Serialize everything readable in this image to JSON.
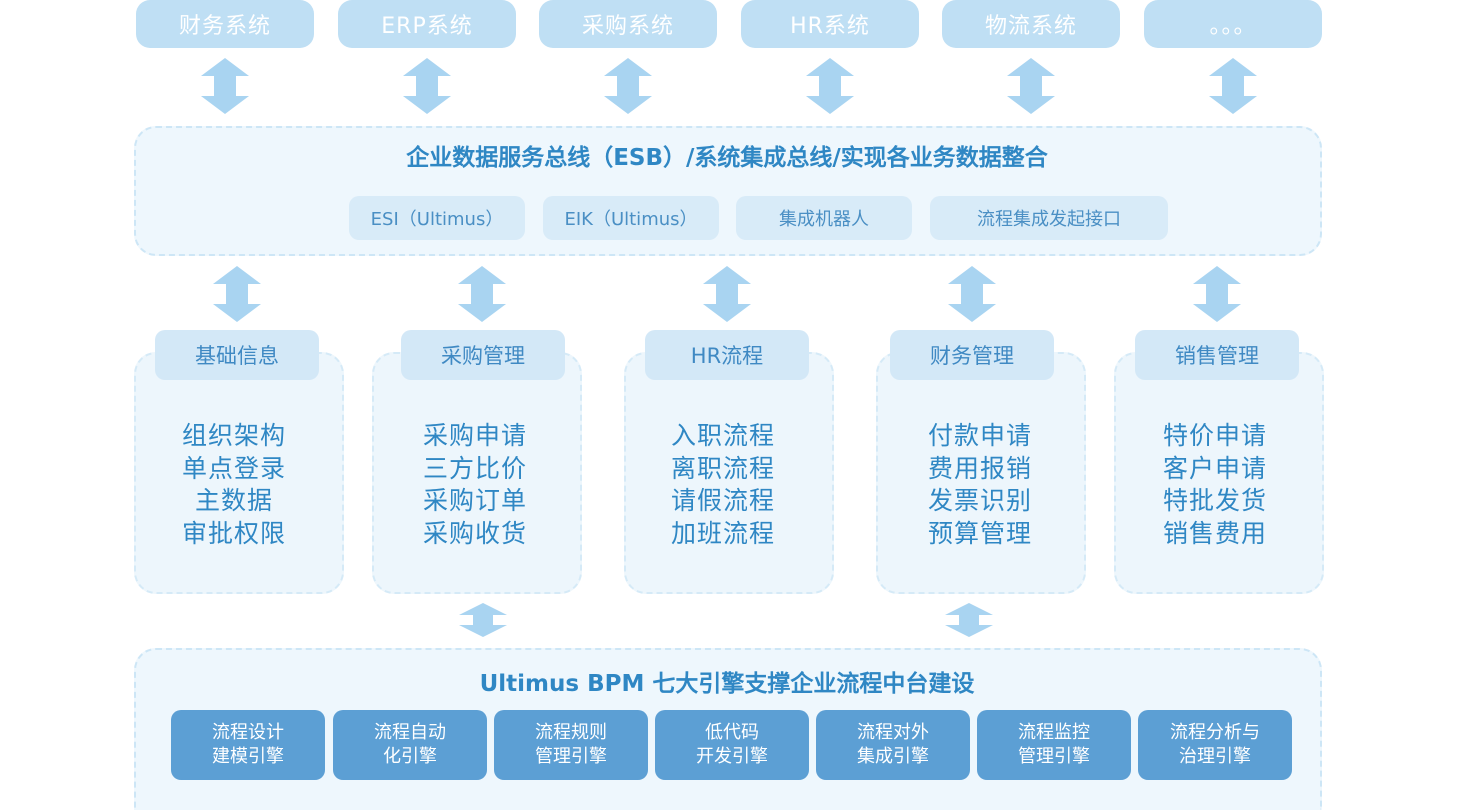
{
  "systems": [
    {
      "label": "财务系统"
    },
    {
      "label": "ERP系统"
    },
    {
      "label": "采购系统"
    },
    {
      "label": "HR系统"
    },
    {
      "label": "物流系统"
    },
    {
      "label": "。。。"
    }
  ],
  "esb": {
    "title": "企业数据服务总线（ESB）/系统集成总线/实现各业务数据整合",
    "items": [
      {
        "label": "ESI（Ultimus）"
      },
      {
        "label": "EIK（Ultimus）"
      },
      {
        "label": "集成机器人"
      },
      {
        "label": "流程集成发起接口"
      }
    ]
  },
  "modules": [
    {
      "title": "基础信息",
      "items": [
        "组织架构",
        "单点登录",
        "主数据",
        "审批权限"
      ]
    },
    {
      "title": "采购管理",
      "items": [
        "采购申请",
        "三方比价",
        "采购订单",
        "采购收货"
      ]
    },
    {
      "title": "HR流程",
      "items": [
        "入职流程",
        "离职流程",
        "请假流程",
        "加班流程"
      ]
    },
    {
      "title": "财务管理",
      "items": [
        "付款申请",
        "费用报销",
        "发票识别",
        "预算管理"
      ]
    },
    {
      "title": "销售管理",
      "items": [
        "特价申请",
        "客户申请",
        "特批发货",
        "销售费用"
      ]
    }
  ],
  "bpm": {
    "title": "Ultimus BPM 七大引擎支撑企业流程中台建设",
    "engines": [
      {
        "line1": "流程设计",
        "line2": "建模引擎"
      },
      {
        "line1": "流程自动",
        "line2": "化引擎"
      },
      {
        "line1": "流程规则",
        "line2": "管理引擎"
      },
      {
        "line1": "低代码",
        "line2": "开发引擎"
      },
      {
        "line1": "流程对外",
        "line2": "集成引擎"
      },
      {
        "line1": "流程监控",
        "line2": "管理引擎"
      },
      {
        "line1": "流程分析与",
        "line2": "治理引擎"
      }
    ]
  },
  "colors": {
    "system_box": "#bfdff4",
    "arrow": "#a9d4f1",
    "accent_text": "#2f87c4",
    "engine_box": "#5c9fd4"
  }
}
